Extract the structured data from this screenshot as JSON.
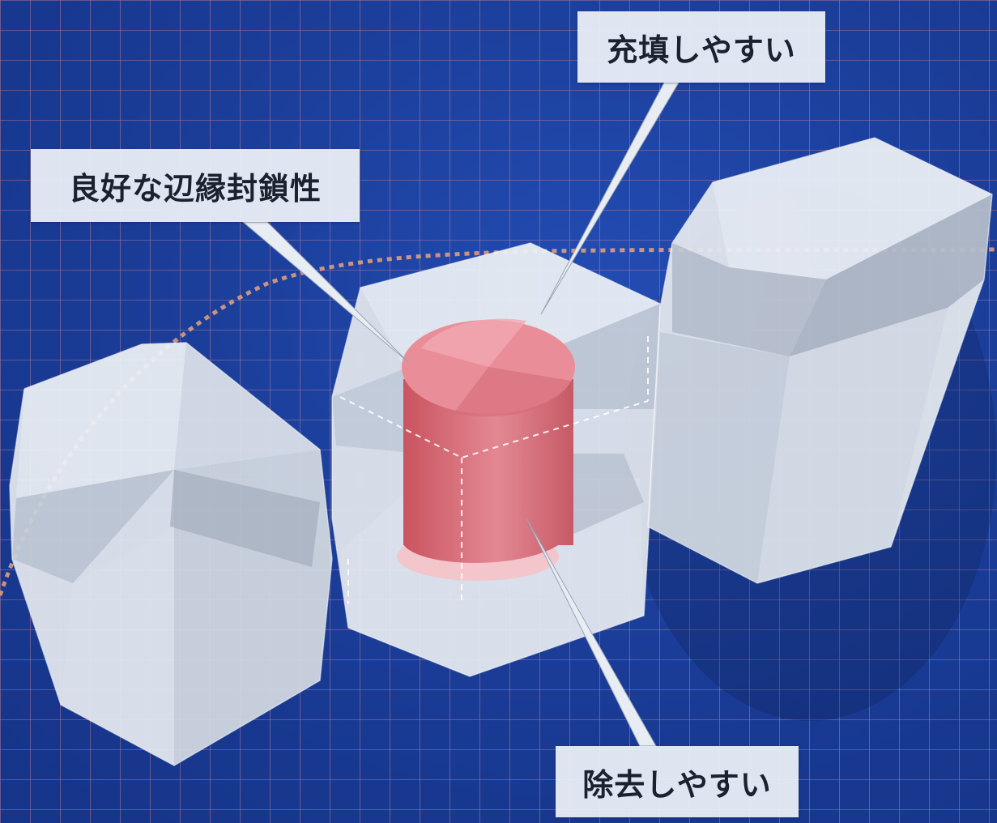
{
  "labels": {
    "fill": "充填しやすい",
    "seal": "良好な辺縁封鎖性",
    "remove": "除去しやすい"
  },
  "colors": {
    "background": "#1a3d9a",
    "grid_line": "#d98c9a",
    "crown": "#e8edf3",
    "inlay": "#e07a86",
    "arch_dots": "#e8a27a"
  }
}
